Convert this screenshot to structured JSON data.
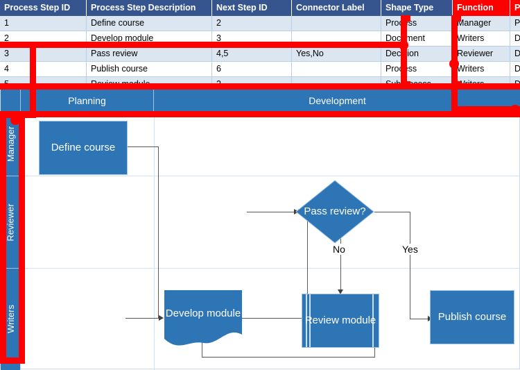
{
  "table": {
    "columns": [
      {
        "key": "step_id",
        "label": "Process Step ID",
        "highlight": false
      },
      {
        "key": "description",
        "label": "Process Step Description",
        "highlight": false
      },
      {
        "key": "next_step_id",
        "label": "Next Step ID",
        "highlight": false
      },
      {
        "key": "connector_label",
        "label": "Connector Label",
        "highlight": false
      },
      {
        "key": "shape_type",
        "label": "Shape Type",
        "highlight": false
      },
      {
        "key": "function",
        "label": "Function",
        "highlight": true
      },
      {
        "key": "phase",
        "label": "Phase",
        "highlight": true
      }
    ],
    "rows": [
      {
        "step_id": "1",
        "description": "Define course",
        "next_step_id": "2",
        "connector_label": "",
        "shape_type": "Process",
        "function": "Manager",
        "phase": "Planning"
      },
      {
        "step_id": "2",
        "description": "Develop module",
        "next_step_id": "3",
        "connector_label": "",
        "shape_type": "Document",
        "function": "Writers",
        "phase": "Development"
      },
      {
        "step_id": "3",
        "description": "Pass review",
        "next_step_id": "4,5",
        "connector_label": "Yes,No",
        "shape_type": "Decision",
        "function": "Reviewer",
        "phase": "Development"
      },
      {
        "step_id": "4",
        "description": "Publish course",
        "next_step_id": "6",
        "connector_label": "",
        "shape_type": "Process",
        "function": "Writers",
        "phase": "Development"
      },
      {
        "step_id": "5",
        "description": "Review module",
        "next_step_id": "2",
        "connector_label": "",
        "shape_type": "Subprocess",
        "function": "Writers",
        "phase": "Development"
      }
    ]
  },
  "diagram": {
    "phases": [
      {
        "label": "Planning"
      },
      {
        "label": "Development"
      }
    ],
    "lanes": [
      {
        "label": "Manager"
      },
      {
        "label": "Reviewer"
      },
      {
        "label": "Writers"
      }
    ],
    "shapes": [
      {
        "id": "1",
        "label": "Define course",
        "type": "Process",
        "lane": "Manager",
        "phase": "Planning"
      },
      {
        "id": "3",
        "label": "Pass review?",
        "type": "Decision",
        "lane": "Reviewer",
        "phase": "Development"
      },
      {
        "id": "2",
        "label": "Develop module",
        "type": "Document",
        "lane": "Writers",
        "phase": "Development"
      },
      {
        "id": "5",
        "label": "Review module",
        "type": "Subprocess",
        "lane": "Writers",
        "phase": "Development"
      },
      {
        "id": "4",
        "label": "Publish course",
        "type": "Process",
        "lane": "Writers",
        "phase": "Development"
      }
    ],
    "connector_labels": [
      {
        "label": "No"
      },
      {
        "label": "Yes"
      }
    ]
  },
  "colors": {
    "header_blue": "#36558f",
    "highlight_red": "#fe0000",
    "annotation_red": "#ff0000",
    "shape_blue": "#2e75b6",
    "band_blue": "#2e75b6",
    "row_alt": "#dce6f1",
    "grid_blue": "#cfe2f3"
  }
}
